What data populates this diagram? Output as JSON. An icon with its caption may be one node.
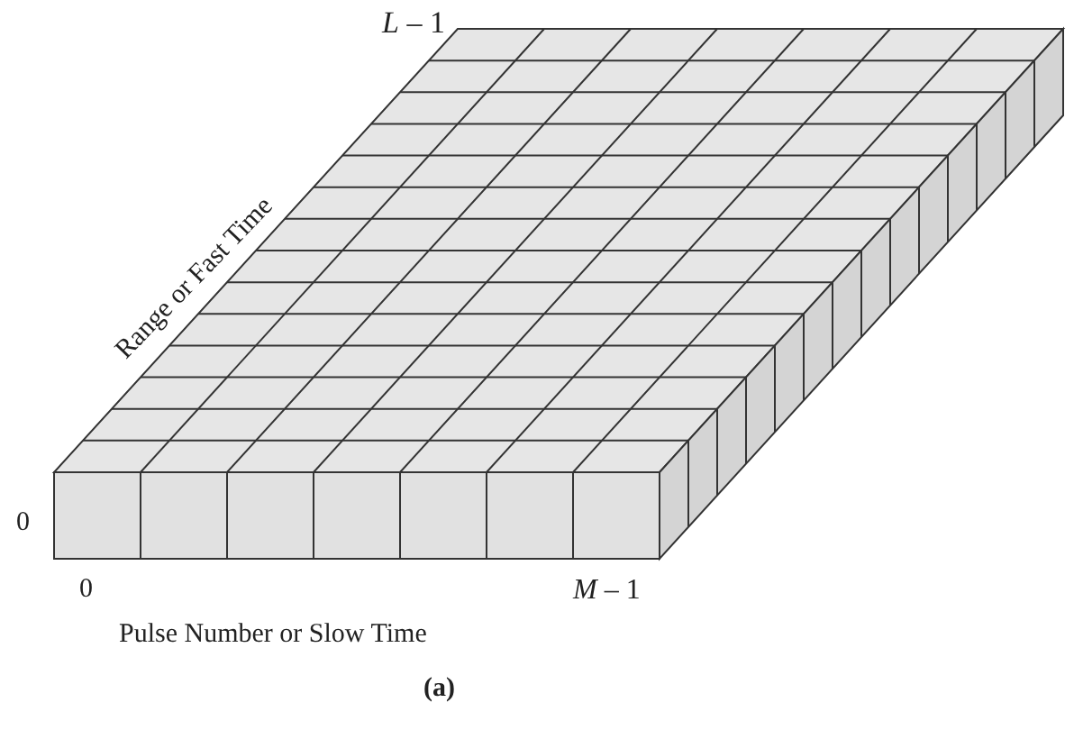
{
  "diagram": {
    "labels": [
      "*L* – 1",
      "Range or Fast Time",
      "0",
      "0",
      "*M* – 1",
      "Pulse Number or Slow Time",
      "(a)"
    ]
  }
}
